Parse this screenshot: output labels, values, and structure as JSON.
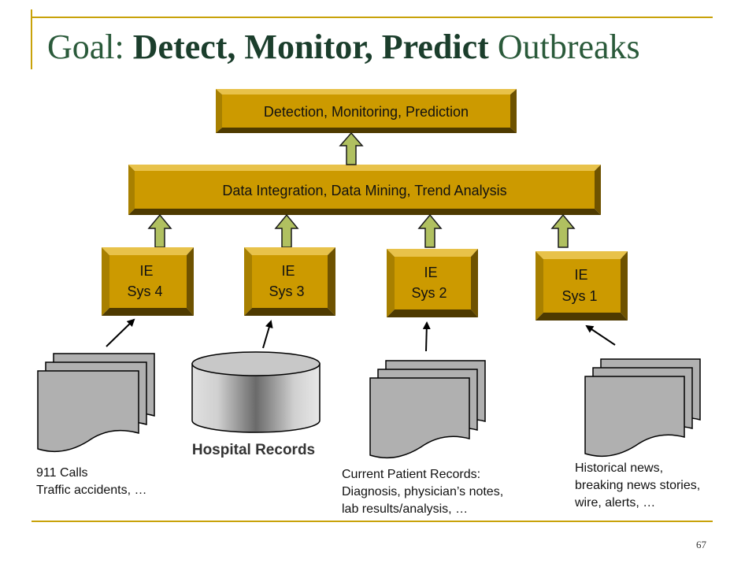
{
  "title": {
    "prefix": "Goal: ",
    "emphasis": "Detect, Monitor, Predict",
    "suffix": " Outbreaks"
  },
  "page_number": "67",
  "colors": {
    "accent_gold": "#c8a20a",
    "box_fill": "#cc9a00",
    "box_dark": "#6e5200",
    "box_light": "#e8c24a",
    "arrow_green": "#b0c060",
    "title_green": "#1b3e2c"
  },
  "diagram": {
    "top_box": "Detection, Monitoring, Prediction",
    "middle_box": "Data Integration, Data Mining, Trend Analysis",
    "ie_systems": [
      {
        "line1": "IE",
        "line2": "Sys 4"
      },
      {
        "line1": "IE",
        "line2": "Sys 3"
      },
      {
        "line1": "IE",
        "line2": "Sys 2"
      },
      {
        "line1": "IE",
        "line2": "Sys 1"
      }
    ],
    "database_label": "Hospital Records",
    "sources": [
      {
        "lines": [
          "911 Calls",
          "Traffic accidents, …"
        ]
      },
      {
        "lines": [
          "Current Patient Records:",
          "Diagnosis, physician’s notes,",
          "lab results/analysis, …"
        ]
      },
      {
        "lines": [
          "Historical news,",
          "breaking news stories,",
          "wire, alerts, …"
        ]
      }
    ]
  }
}
